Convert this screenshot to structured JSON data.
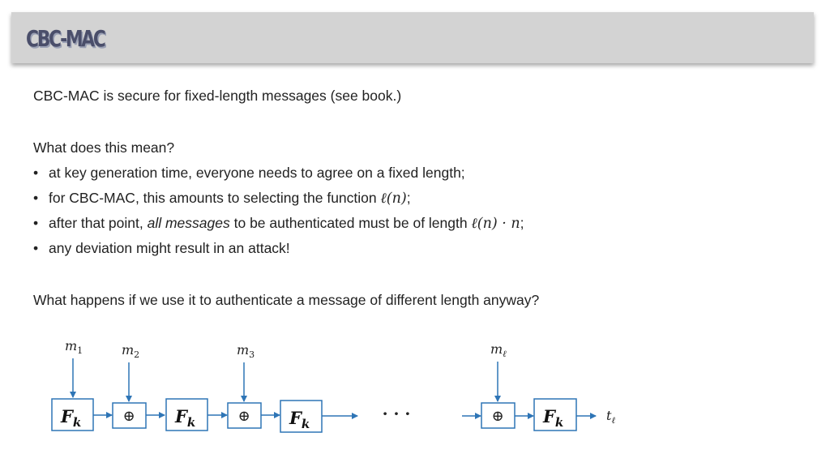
{
  "title": "CBC-MAC",
  "intro": "CBC-MAC is secure for fixed-length messages (see book.)",
  "question1": "What does this mean?",
  "bullets": {
    "b1": "at key generation time, everyone needs to agree on a fixed length;",
    "b2_prefix": "for CBC-MAC, this amounts to selecting the function ",
    "b2_math": "ℓ(n)",
    "b2_suffix": ";",
    "b3_prefix": "after that point, ",
    "b3_em": "all messages",
    "b3_middle": " to be authenticated must be of length ",
    "b3_math": "ℓ(n) · n",
    "b3_suffix": ";",
    "b4": "any deviation might result in an attack!"
  },
  "question2": "What happens if we use it to authenticate a message of different length anyway?",
  "diagram": {
    "m1": "m",
    "m1_sub": "1",
    "m2": "m",
    "m2_sub": "2",
    "m3": "m",
    "m3_sub": "3",
    "ml": "m",
    "ml_sub": "ℓ",
    "f": "F",
    "f_sub": "k",
    "xor": "⊕",
    "dots": "· · ·",
    "t": "t",
    "t_sub": "ℓ",
    "line_color": "#2e75b6",
    "box_color": "#2e75b6"
  }
}
